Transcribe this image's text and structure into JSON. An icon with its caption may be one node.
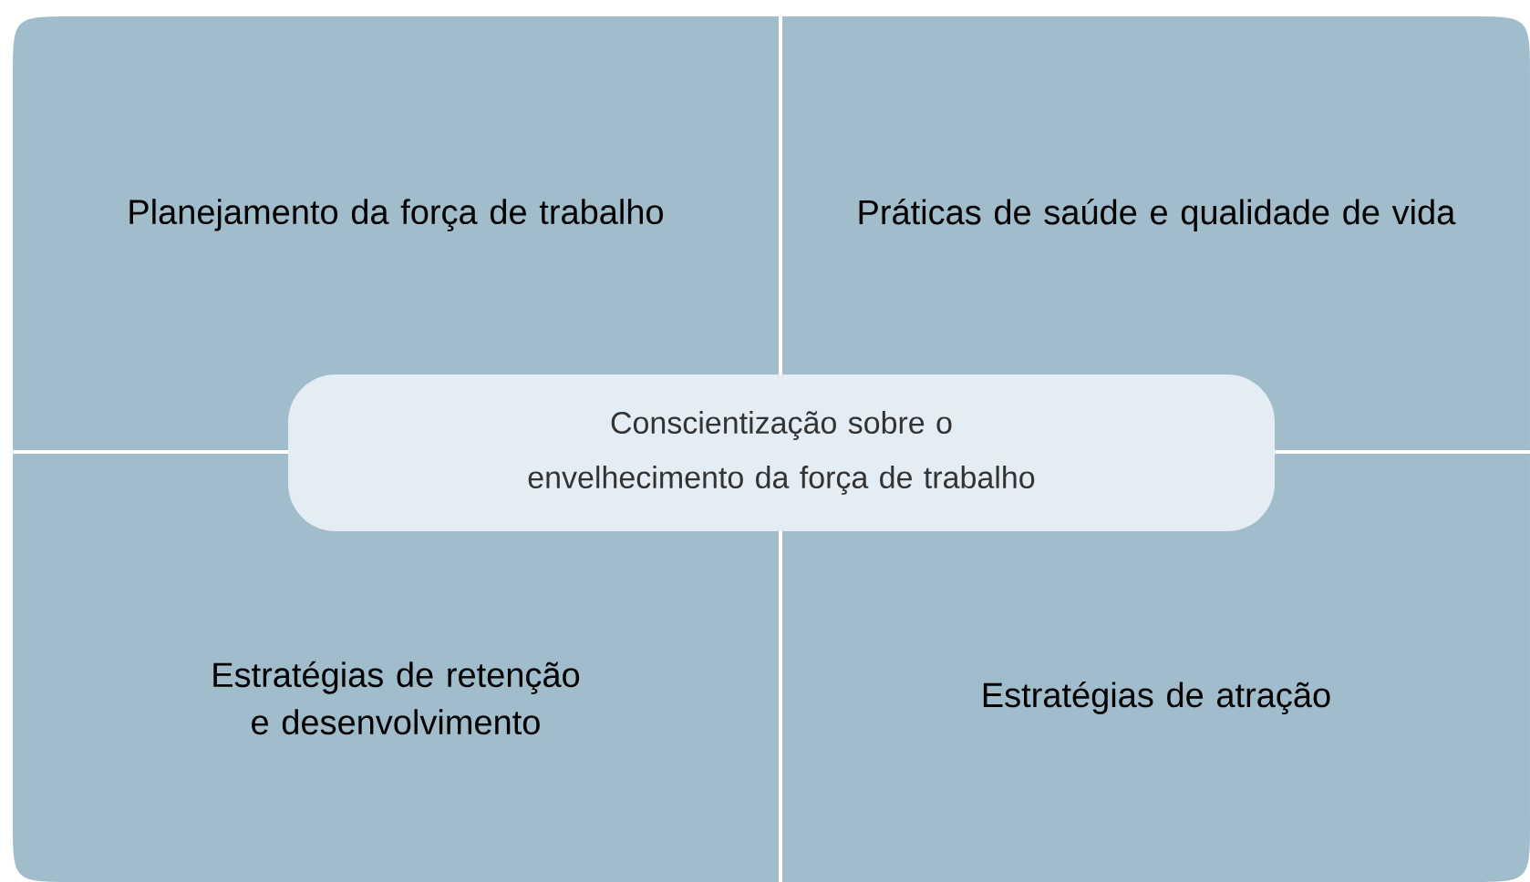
{
  "diagram": {
    "nodes": [
      {
        "text": [
          "Planejamento da força de trabalho"
        ]
      },
      {
        "text": [
          "Práticas de saúde e qualidade de vida"
        ]
      },
      {
        "text": [
          "Conscientização sobre o envelhecimento da força de trabalho"
        ]
      },
      {
        "text": [
          "Estratégias de retenção e desenvolvimento"
        ]
      },
      {
        "text": [
          "Estratégias de atração"
        ]
      }
    ]
  }
}
